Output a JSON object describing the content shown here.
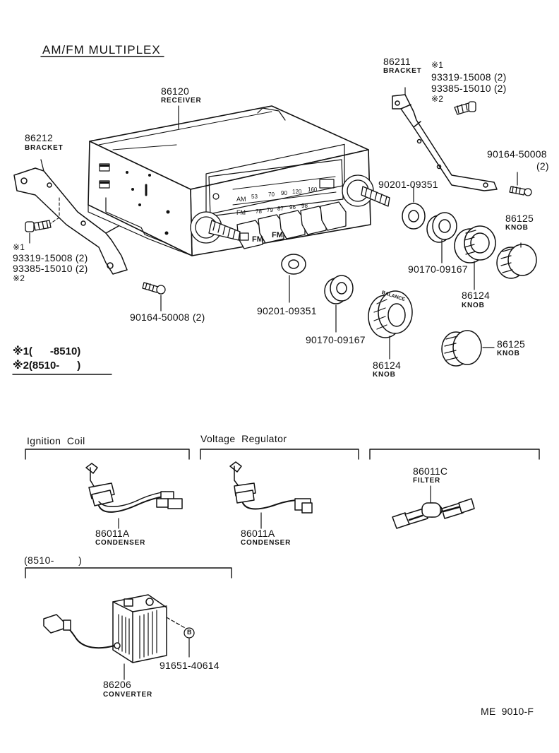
{
  "title": "AM/FM MULTIPLEX",
  "parts": {
    "receiver": {
      "number": "86120",
      "name": "RECEIVER"
    },
    "bracket_r": {
      "number": "86211",
      "name": "BRACKET"
    },
    "bracket_l": {
      "number": "86212",
      "name": "BRACKET"
    },
    "bolt_r": {
      "note1": "※1",
      "num1": "93319-15008 (2)",
      "num2": "93385-15010 (2)",
      "note2": "※2"
    },
    "bolt_l": {
      "note1": "※1",
      "num1": "93319-15008 (2)",
      "num2": "93385-15010 (2)",
      "note2": "※2"
    },
    "screw_r": {
      "number": "90164-50008",
      "qty": "(2)"
    },
    "screw_l": {
      "number": "90164-50008 (2)"
    },
    "washer_r": {
      "number": "90201-09351"
    },
    "nut_r": {
      "number": "90170-09167"
    },
    "washer_c": {
      "number": "90201-09351"
    },
    "nut_c": {
      "number": "90170-09167"
    },
    "knob_124_r": {
      "number": "86124",
      "name": "KNOB"
    },
    "knob_125_r": {
      "number": "86125",
      "name": "KNOB"
    },
    "knob_124_c": {
      "number": "86124",
      "name": "KNOB"
    },
    "knob_125_c": {
      "number": "86125",
      "name": "KNOB"
    },
    "condenser_a": {
      "number": "86011A",
      "name": "CONDENSER"
    },
    "condenser_b": {
      "number": "86011A",
      "name": "CONDENSER"
    },
    "filter": {
      "number": "86011C",
      "name": "FILTER"
    },
    "converter": {
      "number": "86206",
      "name": "CONVERTER"
    },
    "bolt_conv": {
      "number": "91651-40614",
      "marker": "B"
    }
  },
  "notes": {
    "note1": "※1(      -8510)",
    "note2": "※2(8510-      )"
  },
  "sections": {
    "ignition": "Ignition  Coil",
    "regulator": "Voltage  Regulator",
    "converter_range": "(8510-        )"
  },
  "dial": {
    "am": "AM",
    "fm": "FM",
    "am_marks": [
      "53",
      "70",
      "90",
      "120",
      "160"
    ],
    "fm_marks": [
      "78",
      "79",
      "87",
      "96",
      "98"
    ],
    "btn1": "FM",
    "btn2": "FM"
  },
  "balance_text": "BALANCE",
  "code": "ME  9010-F"
}
